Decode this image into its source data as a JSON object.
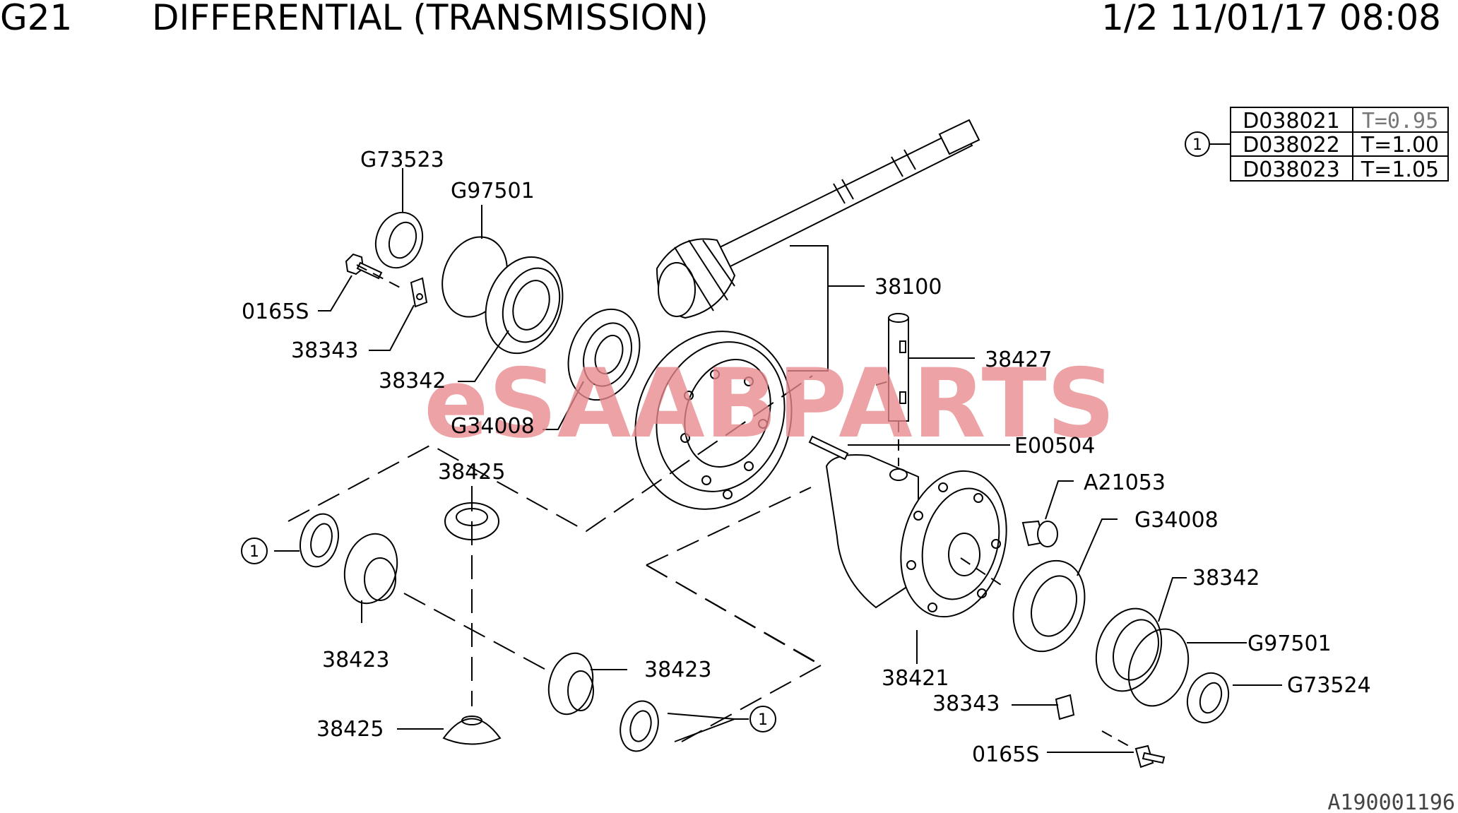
{
  "header": {
    "code": "G21",
    "title": "DIFFERENTIAL (TRANSMISSION)",
    "info": "1/2 11/01/17 08:08"
  },
  "watermark": {
    "prefix": "eSAAB",
    "suffix": "PARTS",
    "color": "#e8898c"
  },
  "callout_table": {
    "marker": "1",
    "rows": [
      {
        "part": "D038021",
        "spec": "T=0.95"
      },
      {
        "part": "D038022",
        "spec": "T=1.00"
      },
      {
        "part": "D038023",
        "spec": "T=1.05"
      }
    ]
  },
  "parts": {
    "g73523": "G73523",
    "g97501_top": "G97501",
    "s0165_top": "0165S",
    "p38343_top": "38343",
    "p38342_top": "38342",
    "g34008_top": "G34008",
    "p38100": "38100",
    "p38427": "38427",
    "e00504": "E00504",
    "a21053": "A21053",
    "g34008_right": "G34008",
    "p38342_right": "38342",
    "g97501_right": "G97501",
    "g73524": "G73524",
    "p38421": "38421",
    "p38343_right": "38343",
    "s0165_bottom": "0165S",
    "p38425_top": "38425",
    "p38423_left": "38423",
    "p38423_right": "38423",
    "p38425_bottom": "38425"
  },
  "markers": {
    "left": "1",
    "bottom": "1"
  },
  "catalog_id": "A190001196"
}
